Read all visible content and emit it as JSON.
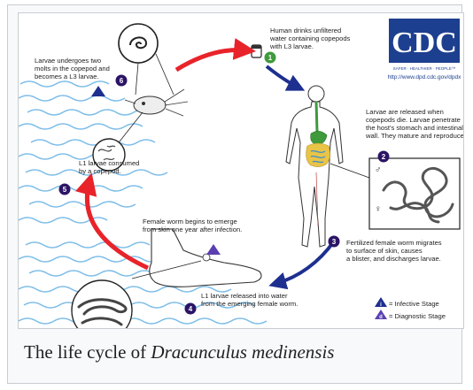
{
  "logo": {
    "text": "CDC",
    "tagline": "SAFER · HEALTHIER · PEOPLE™",
    "url": "http://www.dpd.cdc.gov/dpdx"
  },
  "steps": {
    "s1": {
      "number": "1",
      "lines": [
        "Human drinks unfiltered",
        "water containing copepods",
        "with L3 larvae."
      ]
    },
    "s2": {
      "number": "2",
      "lines": [
        "Larvae are released when",
        "copepods die.  Larvae penetrate",
        "the host's stomach and intestinal",
        "wall.  They mature and reproduce."
      ]
    },
    "s3": {
      "number": "3",
      "lines": [
        "Fertilized female worm migrates",
        "to surface of skin, causes",
        "a blister, and discharges larvae."
      ]
    },
    "s4": {
      "number": "4",
      "lines": [
        "L1 larvae released into water",
        "from the emerging female worm."
      ]
    },
    "s5": {
      "number": "5",
      "lines": [
        "L1 larvae consumed",
        "by a copepod."
      ]
    },
    "s6": {
      "number": "6",
      "lines": [
        "Larvae undergoes two",
        "molts in the copepod and",
        "becomes a L3 larvae."
      ]
    },
    "emerge": {
      "lines": [
        "Female worm begins to emerge",
        "from skin one year after infection."
      ]
    }
  },
  "legend": {
    "infective_marker": "i",
    "infective": "= Infective Stage",
    "diagnostic_marker": "d",
    "diagnostic": "= Diagnostic Stage"
  },
  "sex_symbols": {
    "male": "♂",
    "female": "♀"
  },
  "caption": {
    "prefix": "The life cycle of ",
    "species": "Dracunculus medinensis"
  },
  "colors": {
    "cdc_blue": "#1d3f8f",
    "badge": "#2b1466",
    "arrow_red": "#e8232a",
    "arrow_blue": "#1d2f8f",
    "water": "#6fb6e6",
    "gut_green": "#3f9a3c",
    "gut_yellow": "#e8c447"
  }
}
